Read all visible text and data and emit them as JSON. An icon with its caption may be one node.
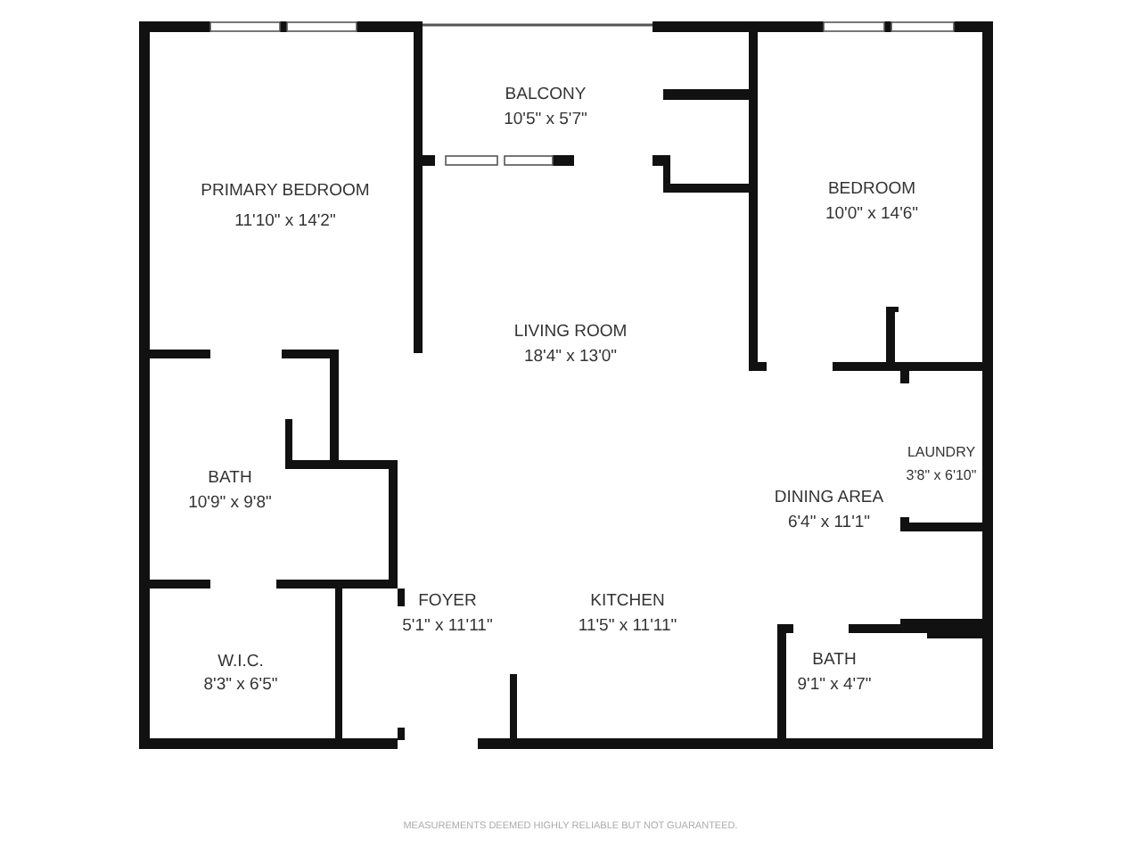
{
  "diagram": {
    "labels": [
      "BALCONY",
      "10'5\" x 5'7\"",
      "BEDROOM",
      "10'0\" x 14'6\"",
      "PRIMARY BEDROOM",
      "11'10\" x 14'2\"",
      "LIVING ROOM",
      "18'4\" x 13'0\"",
      "LAUNDRY",
      "3'8\" x 6'10\"",
      "BATH",
      "10'9\" x 9'8\"",
      "DINING AREA",
      "6'4\" x 11'1\"",
      "FOYER",
      "5'1\" x 11'11\"",
      "KITCHEN",
      "11'5\" x 11'11\"",
      "W.I.C.",
      "8'3\" x 6'5\"",
      "BATH",
      "9'1\" x 4'7\"",
      "MEASUREMENTS DEEMED HIGHLY RELIABLE BUT NOT GUARANTEED."
    ]
  }
}
